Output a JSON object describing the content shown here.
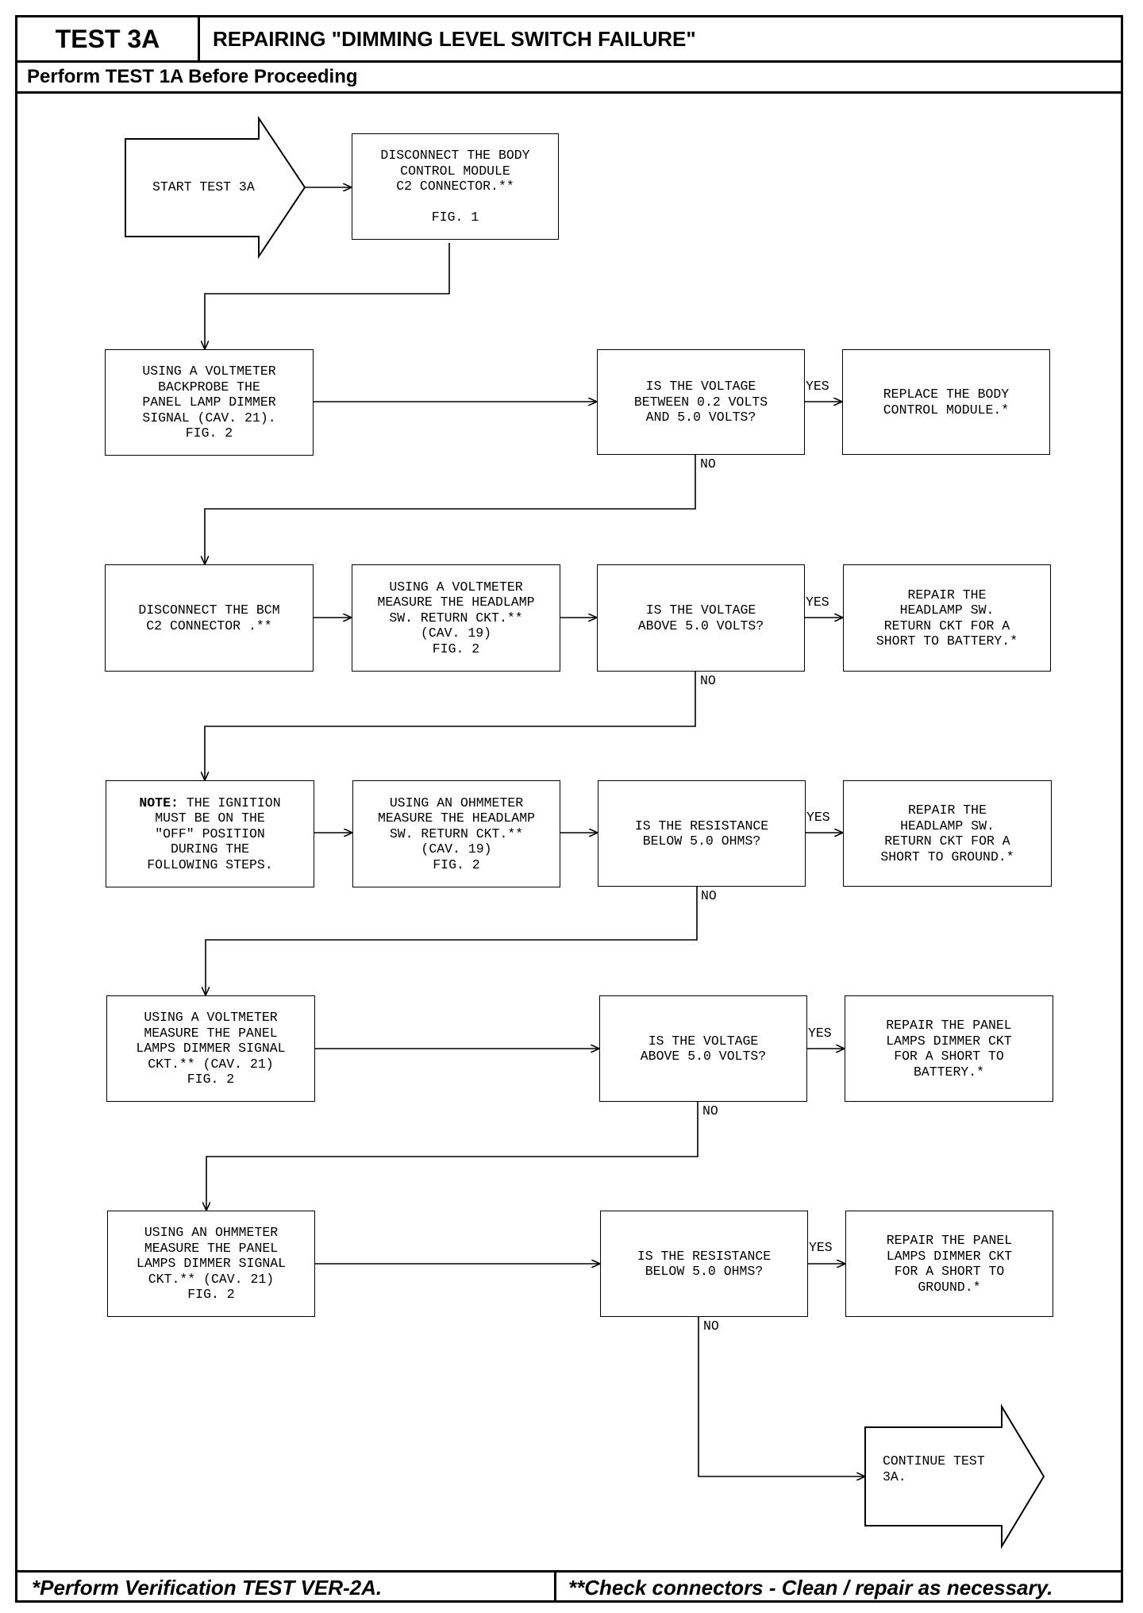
{
  "header": {
    "test_id": "TEST 3A",
    "title": "REPAIRING \"DIMMING LEVEL SWITCH FAILURE\"",
    "subtitle": "Perform TEST 1A Before Proceeding"
  },
  "footer": {
    "left": "*Perform Verification TEST VER-2A.",
    "right": "**Check connectors - Clean / repair as necessary."
  },
  "flowchart": {
    "start": "START TEST 3A",
    "step1": "DISCONNECT THE BODY\nCONTROL MODULE\nC2 CONNECTOR.**\n\nFIG. 1",
    "row1": {
      "action": "USING A VOLTMETER\nBACKPROBE THE\nPANEL LAMP DIMMER\nSIGNAL (CAV. 21).\nFIG. 2",
      "question": "IS THE VOLTAGE\nBETWEEN 0.2 VOLTS\nAND 5.0 VOLTS?",
      "result": "REPLACE THE BODY\nCONTROL MODULE.*"
    },
    "row2": {
      "action": "DISCONNECT THE BCM\nC2 CONNECTOR .**",
      "action2": "USING A VOLTMETER\nMEASURE THE HEADLAMP\nSW. RETURN CKT.**\n(CAV. 19)\nFIG. 2",
      "question": "IS THE VOLTAGE\nABOVE 5.0 VOLTS?",
      "result": "REPAIR THE\nHEADLAMP SW.\nRETURN CKT FOR A\nSHORT TO BATTERY.*"
    },
    "row3": {
      "note_label": "NOTE:",
      "note_text": " THE IGNITION\nMUST BE ON THE\n\"OFF\" POSITION\nDURING THE\nFOLLOWING STEPS.",
      "action2": "USING AN OHMMETER\nMEASURE THE HEADLAMP\nSW. RETURN CKT.**\n(CAV. 19)\nFIG. 2",
      "question": "IS THE RESISTANCE\nBELOW 5.0 OHMS?",
      "result": "REPAIR THE\nHEADLAMP SW.\nRETURN CKT FOR A\nSHORT TO GROUND.*"
    },
    "row4": {
      "action": "USING A VOLTMETER\nMEASURE THE PANEL\nLAMPS DIMMER SIGNAL\nCKT.** (CAV. 21)\nFIG. 2",
      "question": "IS THE VOLTAGE\nABOVE 5.0 VOLTS?",
      "result": "REPAIR THE PANEL\nLAMPS DIMMER CKT\nFOR A SHORT TO\nBATTERY.*"
    },
    "row5": {
      "action": "USING AN OHMMETER\nMEASURE THE PANEL\nLAMPS DIMMER SIGNAL\nCKT.** (CAV. 21)\nFIG. 2",
      "question": "IS THE RESISTANCE\nBELOW 5.0 OHMS?",
      "result": "REPAIR THE PANEL\nLAMPS DIMMER CKT\nFOR A SHORT TO\nGROUND.*"
    },
    "end": "CONTINUE TEST\n3A.",
    "yes_label": "YES",
    "no_label": "NO"
  }
}
